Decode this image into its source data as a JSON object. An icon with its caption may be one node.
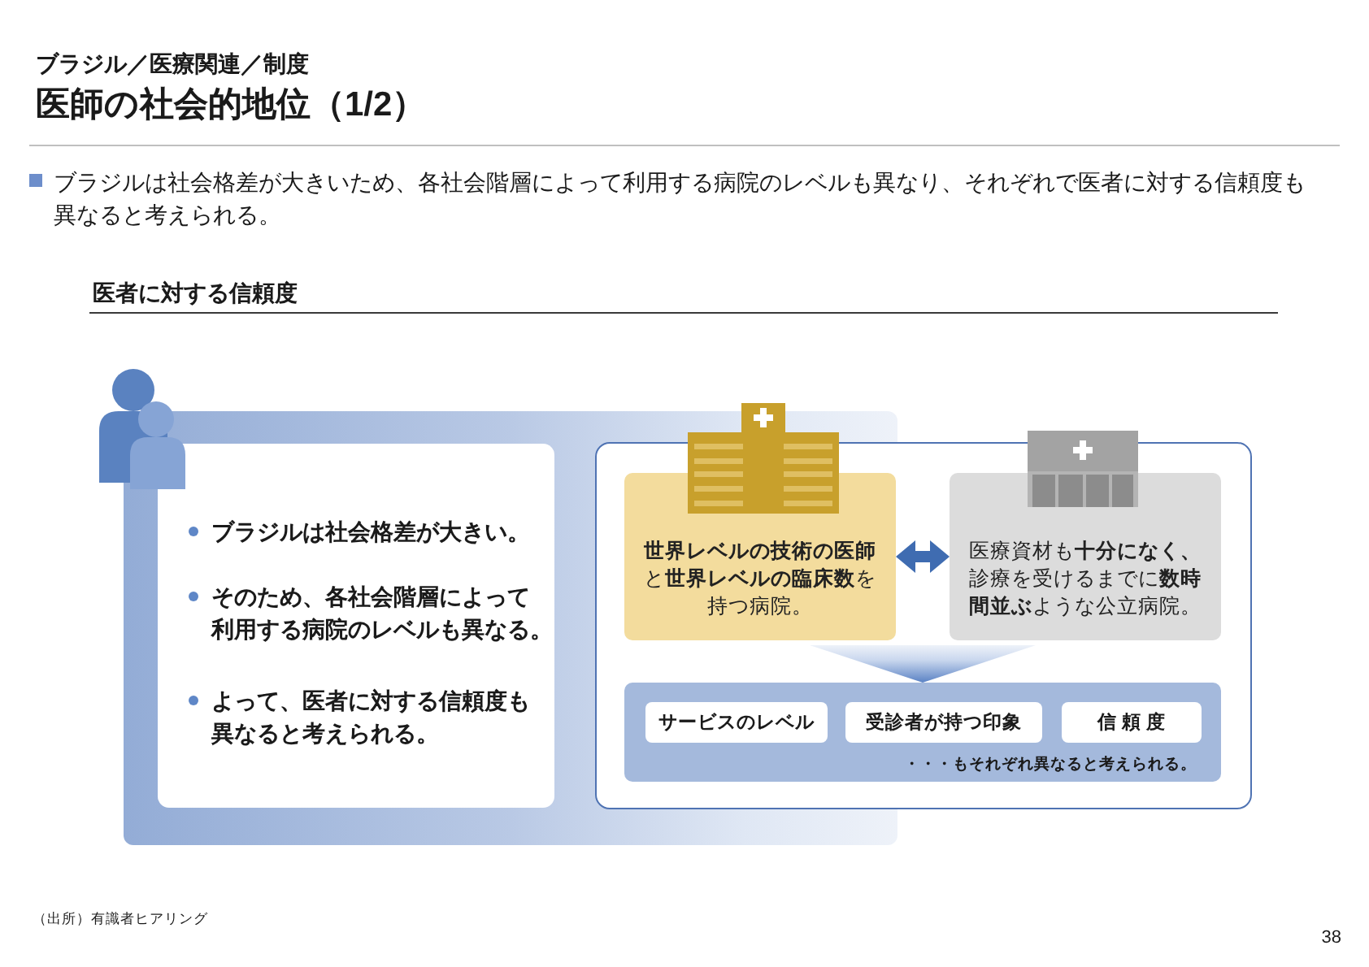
{
  "diagram": {
    "title": "医師の社会的地位（1/2）",
    "nodes": [
      {
        "text": [
          "ブラジルは社会格差が大きい。",
          "そのため、各社会階層によって利用する病院のレベルも異なる。",
          "よって、医者に対する信頼度も異なると考えられる。"
        ]
      },
      {
        "text": [],
        "shape": "box"
      },
      {
        "text": [
          "**世界レベルの技術の医師**と**世界レベルの臨床数**を持つ病院。"
        ],
        "in": 1
      },
      {
        "text": [
          "医療資材も**十分になく、**診療を受けるまでに**数時間並ぶ**ような公立病院。"
        ],
        "in": 1
      },
      {
        "text": [
          "・・・もそれぞれ異なると考えられる。"
        ],
        "in": 1
      },
      {
        "text": [
          "サービスのレベル"
        ],
        "in": 4
      },
      {
        "text": [
          "受診者が持つ印象"
        ],
        "in": 4
      },
      {
        "text": [
          "信 頼 度"
        ],
        "in": 4
      }
    ],
    "edges": [
      {
        "from": 2,
        "to": 3,
        "arrow": "both"
      },
      {
        "from": null,
        "to": 4,
        "arrow": "to"
      }
    ],
    "labels": [
      "ブラジル／医療関連／制度",
      "ブラジルは社会格差が大きいため、各社会階層によって利用する病院のレベルも異なり、それぞれで医者に対する信頼度も異なると考えられる。",
      "医者に対する信頼度",
      "（出所）有識者ヒアリング",
      "38"
    ]
  }
}
